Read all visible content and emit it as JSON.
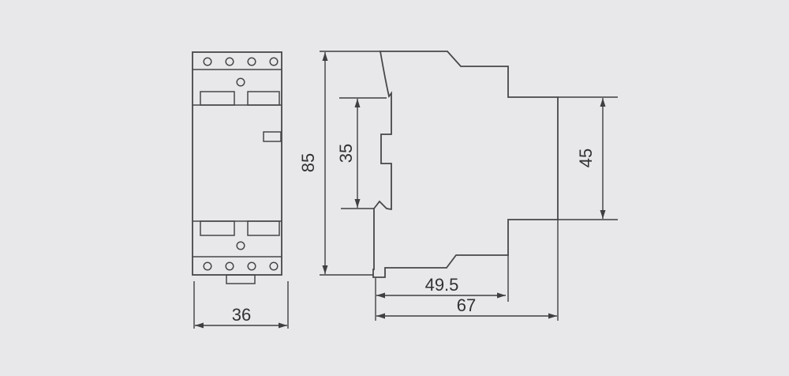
{
  "drawing": {
    "subject": "din-rail-contactor-dimension-drawing",
    "views": {
      "front_view": "front-view",
      "side_view": "side-profile-view"
    },
    "colors": {
      "background": "#e8e8ea",
      "line": "#47474a",
      "dimension_line": "#3f3f42",
      "text": "#323234"
    },
    "dimensions": {
      "front_width": "36",
      "overall_height": "85",
      "din_clip_height": "35",
      "rear_section_height": "45",
      "depth_partial": "49.5",
      "depth_total": "67"
    }
  }
}
